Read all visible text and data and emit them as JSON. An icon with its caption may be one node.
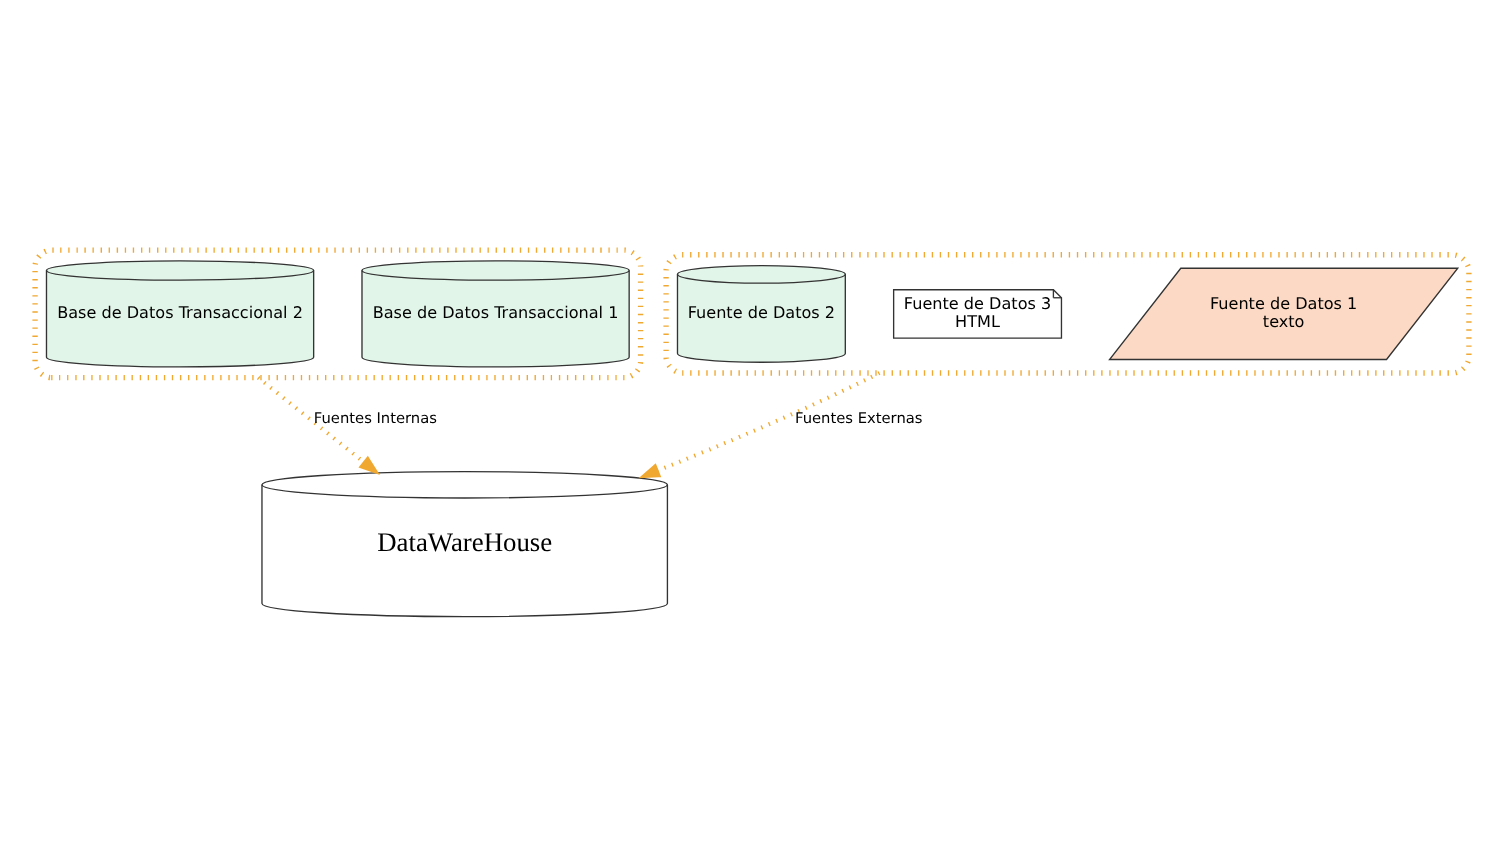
{
  "diagram": {
    "nodes": [
      {
        "text": [],
        "shape": "ellipse"
      },
      {
        "text": [
          "Base de Datos Transaccional 1"
        ],
        "in": 0
      },
      {
        "text": [
          "Base de Datos Transaccional 2"
        ],
        "in": 0
      },
      {
        "text": [],
        "shape": "ellipse"
      },
      {
        "text": [
          "Fuente de Datos 1",
          "texto"
        ],
        "in": 3
      },
      {
        "text": [
          "Fuente de Datos 3",
          "HTML"
        ],
        "in": 3
      },
      {
        "text": [
          "Fuente de Datos 2"
        ],
        "in": 3
      },
      {
        "text": [
          "DataWareHouse"
        ]
      }
    ],
    "edges": [
      {
        "from": 0,
        "to": 7,
        "arrow": "to",
        "label": "Fuentes Internas",
        "style": "dashed"
      },
      {
        "from": 3,
        "to": 7,
        "arrow": "to",
        "label": "Fuentes Externas",
        "style": "dashed"
      }
    ]
  }
}
